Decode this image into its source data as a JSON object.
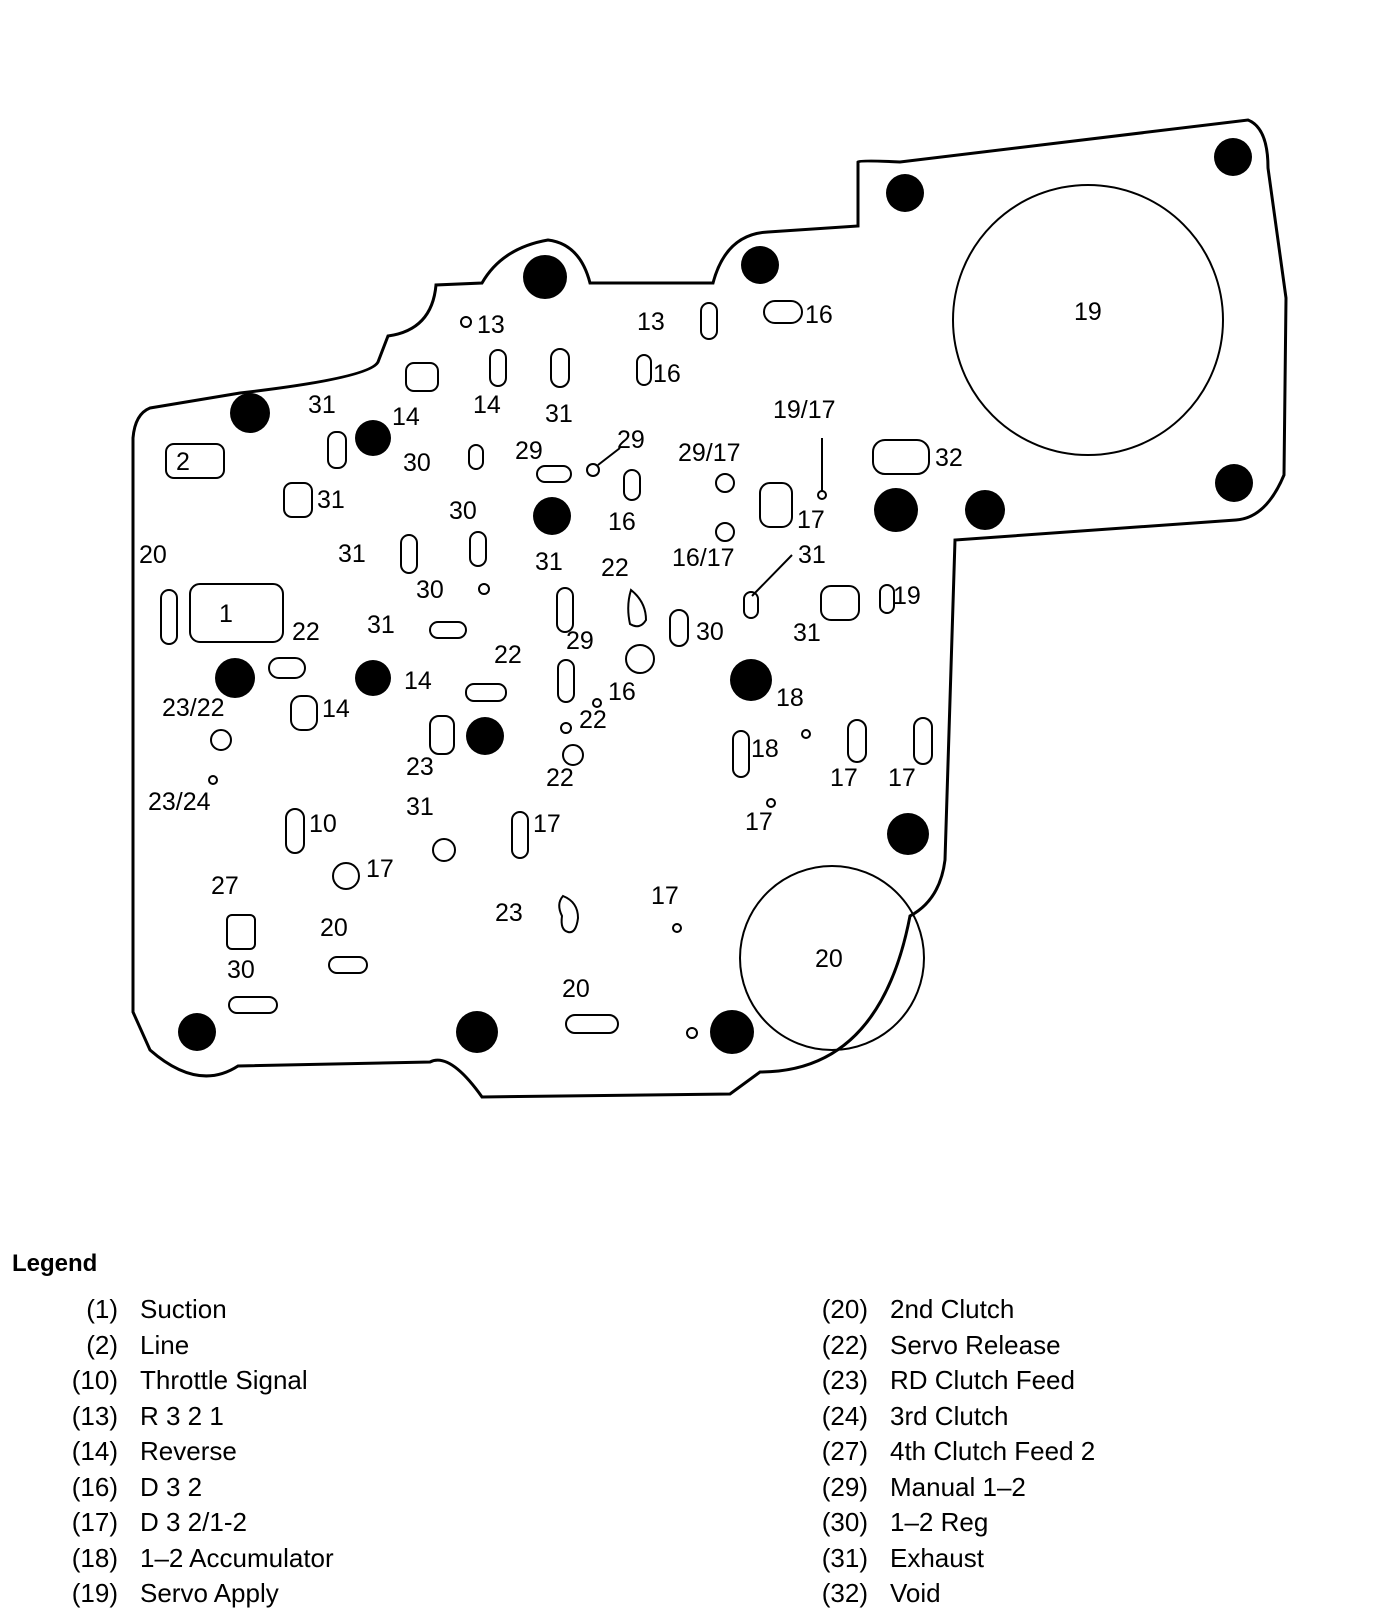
{
  "diagram": {
    "part_labels": {
      "p1": "1",
      "p2": "2",
      "p19": "19",
      "p20": "20"
    },
    "ports": [
      "13",
      "13",
      "16",
      "16",
      "14",
      "14",
      "31",
      "31",
      "19/17",
      "30",
      "29",
      "29",
      "29/17",
      "32",
      "31",
      "17",
      "30",
      "16",
      "20",
      "31",
      "31",
      "22",
      "16/17",
      "31",
      "30",
      "30",
      "19",
      "22",
      "31",
      "31",
      "29",
      "22",
      "14",
      "14",
      "16",
      "18",
      "23/22",
      "22",
      "18",
      "23",
      "22",
      "17",
      "17",
      "23/24",
      "31",
      "10",
      "17",
      "17",
      "17",
      "27",
      "23",
      "17",
      "20",
      "30",
      "20"
    ]
  },
  "legend": {
    "title": "Legend",
    "left": [
      {
        "num": "(1)",
        "label": "Suction"
      },
      {
        "num": "(2)",
        "label": "Line"
      },
      {
        "num": "(10)",
        "label": "Throttle Signal"
      },
      {
        "num": "(13)",
        "label": "R 3 2 1"
      },
      {
        "num": "(14)",
        "label": "Reverse"
      },
      {
        "num": "(16)",
        "label": "D 3 2"
      },
      {
        "num": "(17)",
        "label": "D 3 2/1-2"
      },
      {
        "num": "(18)",
        "label": "1–2 Accumulator"
      },
      {
        "num": "(19)",
        "label": "Servo Apply"
      }
    ],
    "right": [
      {
        "num": "(20)",
        "label": "2nd Clutch"
      },
      {
        "num": "(22)",
        "label": "Servo Release"
      },
      {
        "num": "(23)",
        "label": "RD Clutch Feed"
      },
      {
        "num": "(24)",
        "label": "3rd Clutch"
      },
      {
        "num": "(27)",
        "label": "4th Clutch Feed 2"
      },
      {
        "num": "(29)",
        "label": "Manual 1–2"
      },
      {
        "num": "(30)",
        "label": "1–2 Reg"
      },
      {
        "num": "(31)",
        "label": "Exhaust"
      },
      {
        "num": "(32)",
        "label": "Void"
      }
    ]
  }
}
